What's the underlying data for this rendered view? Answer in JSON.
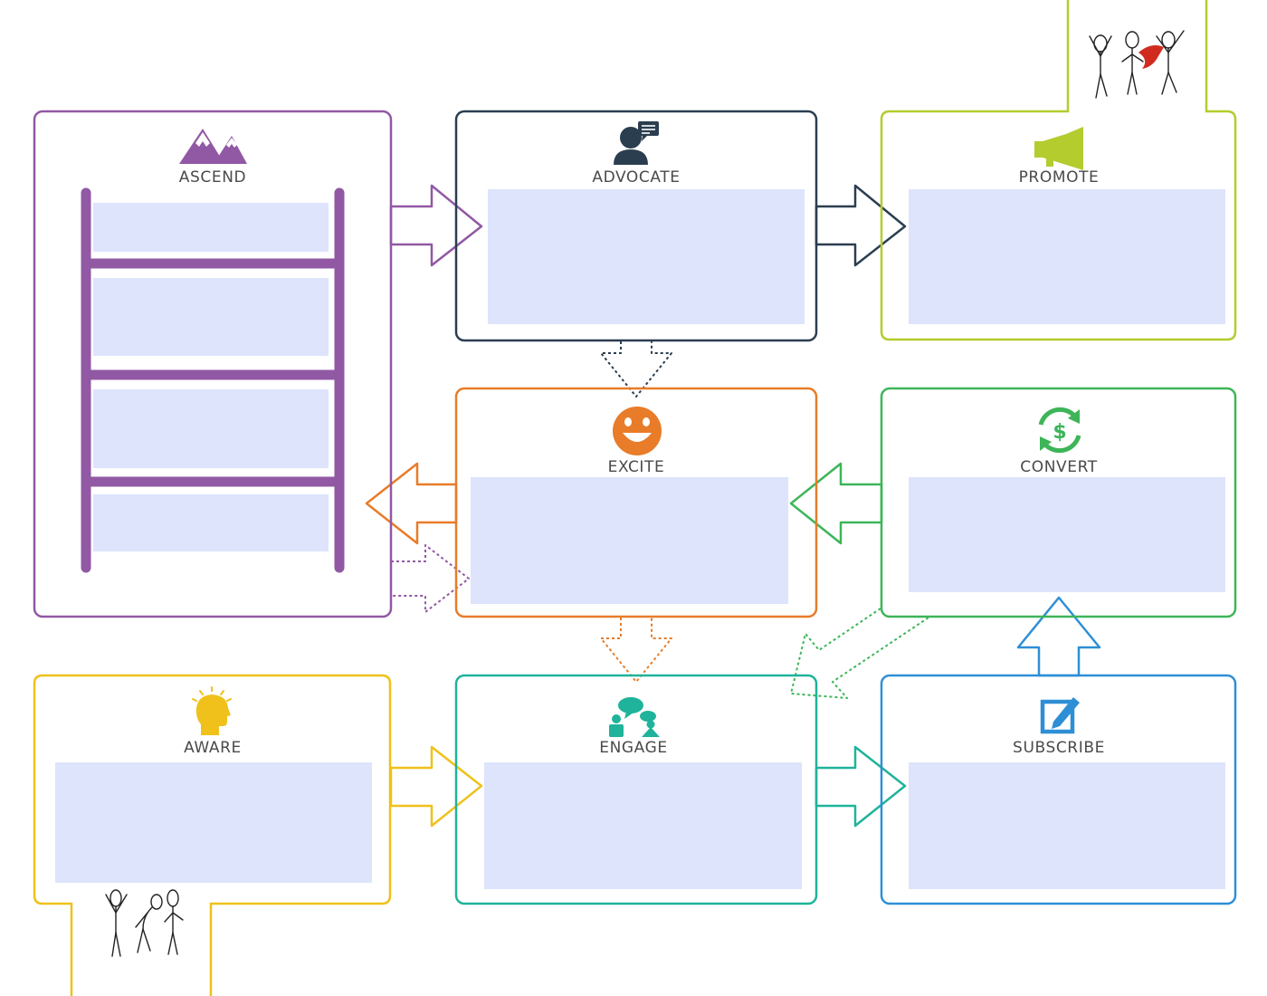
{
  "stages": {
    "ascend": {
      "label": "ASCEND",
      "color": "#9158a4",
      "icon": "mountain-icon"
    },
    "advocate": {
      "label": "ADVOCATE",
      "color": "#2b3e50",
      "icon": "speaker-person-icon"
    },
    "promote": {
      "label": "PROMOTE",
      "color": "#b5cc2e",
      "icon": "megaphone-icon"
    },
    "excite": {
      "label": "EXCITE",
      "color": "#e87c29",
      "icon": "smiley-icon"
    },
    "convert": {
      "label": "CONVERT",
      "color": "#3db558",
      "icon": "dollar-cycle-icon"
    },
    "aware": {
      "label": "AWARE",
      "color": "#efc11a",
      "icon": "idea-head-icon"
    },
    "engage": {
      "label": "ENGAGE",
      "color": "#1fb39b",
      "icon": "conversation-icon"
    },
    "subscribe": {
      "label": "SUBSCRIBE",
      "color": "#2e8fd6",
      "icon": "edit-form-icon"
    }
  },
  "placeholder_fill": "#dde4fc",
  "label_color": "#4a4a4a"
}
